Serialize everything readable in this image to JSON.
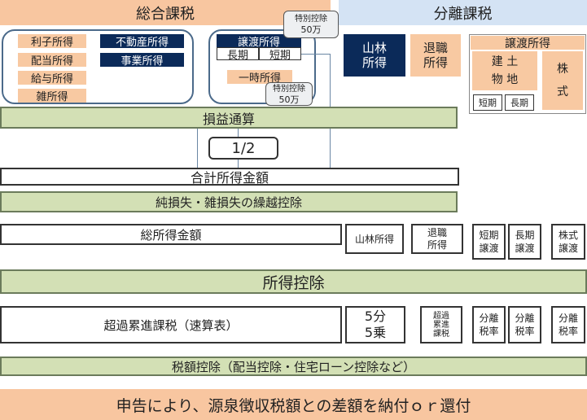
{
  "header": {
    "sogo": "総合課税",
    "bunri": "分離課税"
  },
  "sogo_items": {
    "rishi": "利子所得",
    "haito": "配当所得",
    "kyuyo": "給与所得",
    "zatsu": "雑所得",
    "fudosan": "不動産所得",
    "jigyo": "事業所得",
    "joto": "譲渡所得",
    "choki": "長期",
    "tanki": "短期",
    "ichiji": "一時所得"
  },
  "callouts": {
    "top_line1": "特別控除",
    "top_line2": "50万",
    "mid_line1": "特別控除",
    "mid_line2": "50万"
  },
  "bunri_items": {
    "sanrin_1": "山林",
    "sanrin_2": "所得",
    "taishoku_1": "退職",
    "taishoku_2": "所得",
    "joto_header": "譲渡所得",
    "tatemono_1": "建 土",
    "tatemono_2": "物 地",
    "kabushiki_1": "株",
    "kabushiki_2": "式",
    "tanki": "短期",
    "choki": "長期"
  },
  "flow": {
    "soneki": "損益通算",
    "fraction": "1/2",
    "gokei": "合計所得金額",
    "kurikoshi": "純損失・雑損失の繰越控除",
    "sosho": "総所得金額",
    "sanrin": "山林所得",
    "taishoku_1": "退職",
    "taishoku_2": "所得",
    "tanki_joto_1": "短期",
    "tanki_joto_2": "譲渡",
    "choki_joto_1": "長期",
    "choki_joto_2": "譲渡",
    "kabu_joto_1": "株式",
    "kabu_joto_2": "譲渡",
    "kojo": "所得控除",
    "choka": "超過累進課税（速算表）",
    "gobun_1": "5分",
    "gobun_2": "5乗",
    "choka_small": "超過累進課税",
    "bunri_rate_1": "分離",
    "bunri_rate_2": "税率",
    "zeigaku": "税額控除（配当控除・住宅ローン控除など）",
    "shinkoku": "申告により、源泉徴収税額との差額を納付ｏｒ還付"
  }
}
